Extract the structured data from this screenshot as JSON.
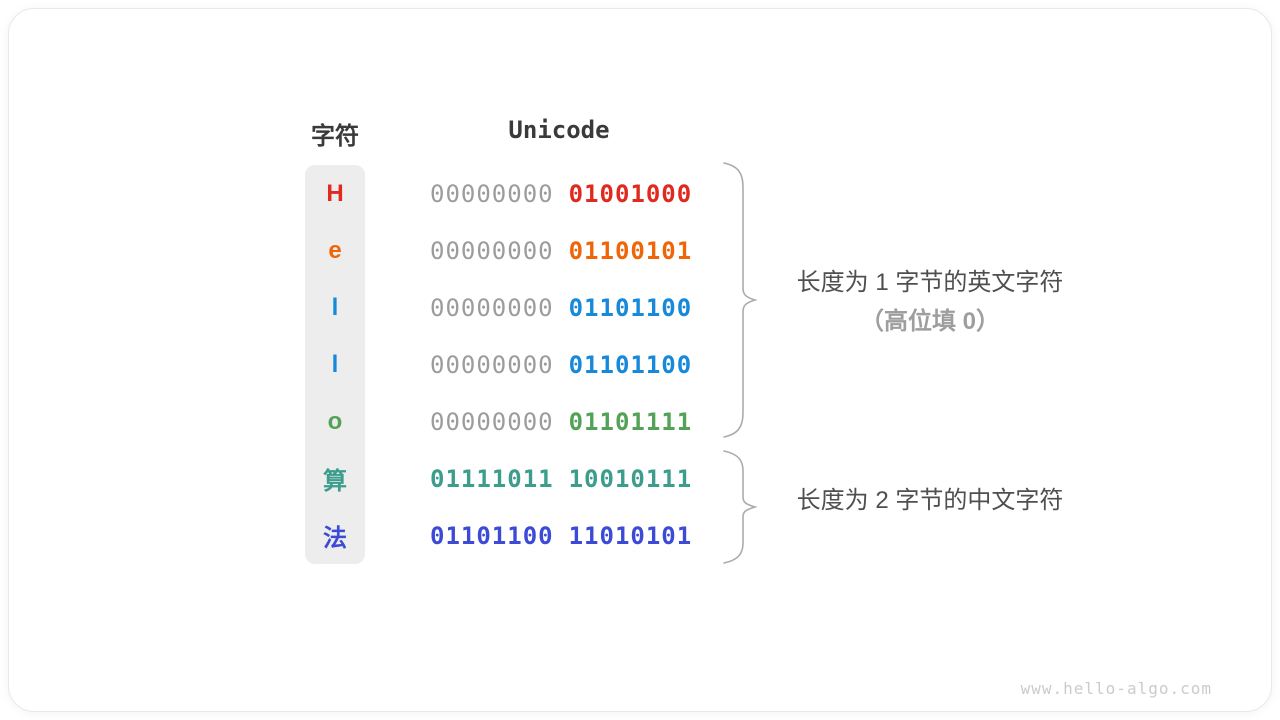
{
  "table": {
    "headers": {
      "character": "字符",
      "unicode": "Unicode"
    },
    "rows": [
      {
        "char": "H",
        "color": "#e12a1f",
        "high": "00000000",
        "low": "01001000",
        "high_colored": false
      },
      {
        "char": "e",
        "color": "#ef6509",
        "high": "00000000",
        "low": "01100101",
        "high_colored": false
      },
      {
        "char": "l",
        "color": "#1789db",
        "high": "00000000",
        "low": "01101100",
        "high_colored": false
      },
      {
        "char": "l",
        "color": "#1789db",
        "high": "00000000",
        "low": "01101100",
        "high_colored": false
      },
      {
        "char": "o",
        "color": "#53a257",
        "high": "00000000",
        "low": "01101111",
        "high_colored": false
      },
      {
        "char": "算",
        "color": "#3c9d8d",
        "high": "01111011",
        "low": "10010111",
        "high_colored": true
      },
      {
        "char": "法",
        "color": "#3c4ad6",
        "high": "01101100",
        "low": "11010101",
        "high_colored": true
      }
    ]
  },
  "annotations": {
    "english_group": {
      "line1": "长度为 1 字节的英文字符",
      "line2": "（高位填 0）"
    },
    "chinese_group": {
      "line1": "长度为 2 字节的中文字符"
    }
  },
  "watermark": "www.hello-algo.com",
  "colors": {
    "muted_binary": "#9c9c9c",
    "header_text": "#3a3a3a",
    "annotation_text": "#4f4f4f",
    "annotation_sub_text": "#9e9e9e",
    "brace": "#ababab",
    "char_column_bg": "#ededed",
    "card_border": "#e9e9e9",
    "watermark_text": "#cbcbcb"
  }
}
